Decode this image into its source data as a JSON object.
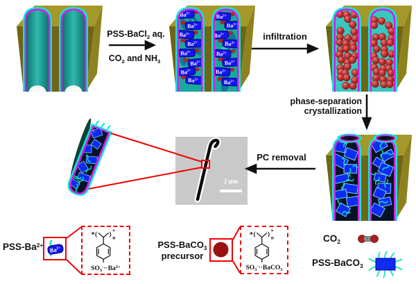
{
  "arrows": {
    "step1_top": {
      "t1": "PSS-BaCl",
      "sub1": "2",
      "t2": " aq."
    },
    "step1_bottom": {
      "t1": "CO",
      "sub1": "2",
      "t2": " and NH",
      "sub2": "3"
    },
    "step2": "infiltration",
    "step3_line1": "phase-separation",
    "step3_line2": "crystallization",
    "step4": "PC removal"
  },
  "tem": {
    "scale_label": "2 μm"
  },
  "ions": {
    "base": "Ba",
    "charge": "2+"
  },
  "polymer": {
    "star": "*",
    "open": "(",
    "close": ")",
    "n": "n"
  },
  "legend": {
    "pss_ba": {
      "t1": "PSS-Ba",
      "sup1": "2+"
    },
    "precursor_line1": {
      "t1": "PSS-BaCO",
      "sub1": "3"
    },
    "precursor_line2": "precursor",
    "co2": {
      "t1": "CO",
      "sub1": "2"
    },
    "pss_baco3": {
      "t1": "PSS-BaCO",
      "sub1": "3"
    },
    "formula_ba": {
      "t1": "SO",
      "sub1": "3",
      "sup1": "-",
      "dots": "··",
      "t2": "Ba",
      "sup2": "2+"
    },
    "formula_baco3": {
      "t1": "SO",
      "sub1": "3",
      "sup1": "-",
      "dots": "··",
      "t2": "BaCO",
      "sub2": "3"
    }
  },
  "colors": {
    "block_top": "#a5982a",
    "block_front": "#6f6514",
    "block_side": "#8e8220",
    "pore_cyan": "#00ecd8",
    "pore_magenta": "#e316e3",
    "teal_light": "#2fb9b0",
    "teal_dark": "#0e746d",
    "teal_mid": "#18a89e",
    "crystal_blue": "#0d2cf0",
    "crystal_stroke": "#7cd2ff",
    "dark_navy": "#061228",
    "sphere_red": "#b52626",
    "callout_red": "#f00100",
    "ion_blue": "#1414f0",
    "squiggle_cyan": "#00f0c8",
    "precursor_dark_red": "#9b1111",
    "co2_gray": "#8f8f8f",
    "tem_bg": "#c9c9c9"
  }
}
